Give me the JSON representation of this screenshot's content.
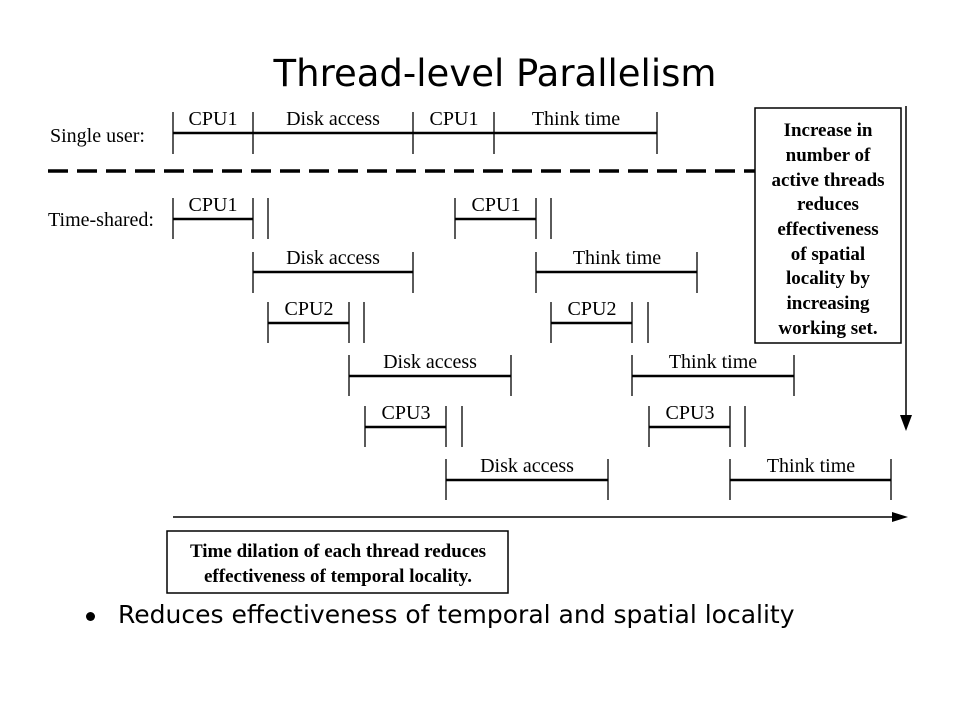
{
  "title": "Thread-level Parallelism",
  "diagram": {
    "single_user_label": "Single user:",
    "time_shared_label": "Time-shared:",
    "single_user_segments": [
      "CPU1",
      "Disk access",
      "CPU1",
      "Think time"
    ],
    "time_shared": {
      "cpu1_a": "CPU1",
      "cpu1_b": "CPU1",
      "disk1": "Disk access",
      "think1": "Think time",
      "cpu2_a": "CPU2",
      "cpu2_b": "CPU2",
      "disk2": "Disk access",
      "think2": "Think time",
      "cpu3_a": "CPU3",
      "cpu3_b": "CPU3",
      "disk3": "Disk access",
      "think3": "Think time"
    },
    "spatial_note": [
      "Increase in",
      "number of",
      "active threads",
      "reduces",
      "effectiveness",
      "of spatial",
      "locality by",
      "increasing",
      "working set."
    ],
    "temporal_note": [
      "Time dilation of each thread reduces",
      "effectiveness of temporal locality."
    ]
  },
  "bullets": [
    "Reduces effectiveness of temporal and spatial locality"
  ]
}
